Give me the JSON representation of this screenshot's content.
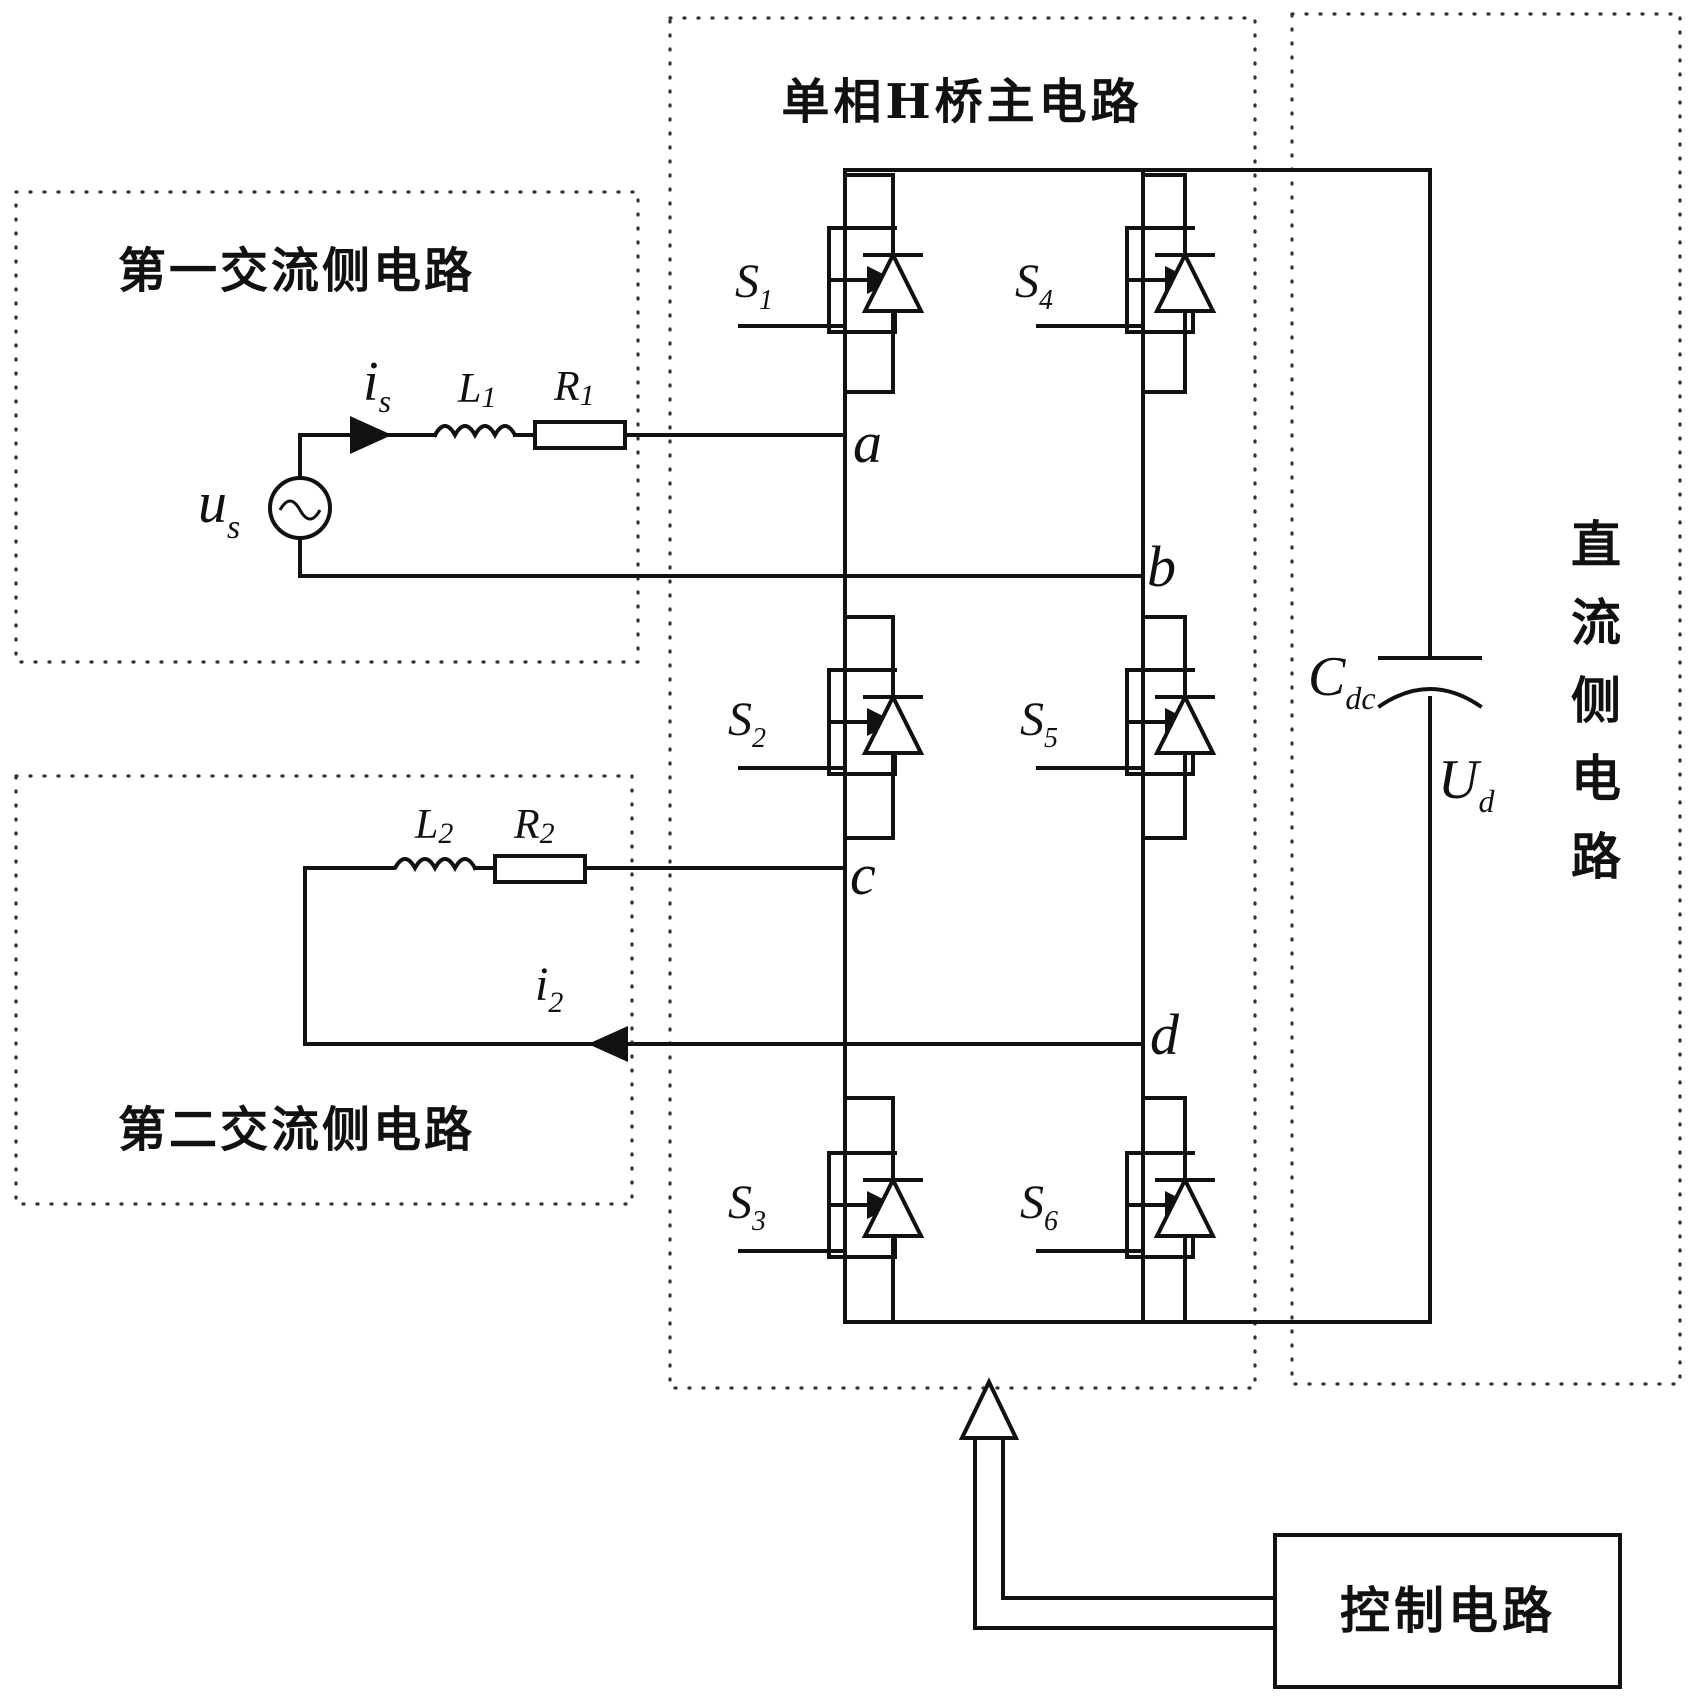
{
  "blocks": {
    "main_bridge": "单相H桥主电路",
    "ac_side_1": "第一交流侧电路",
    "ac_side_2": "第二交流侧电路",
    "dc_side": [
      "直",
      "流",
      "侧",
      "电",
      "路"
    ],
    "control": "控制电路"
  },
  "switches": [
    {
      "letter": "S",
      "sub": "1"
    },
    {
      "letter": "S",
      "sub": "2"
    },
    {
      "letter": "S",
      "sub": "3"
    },
    {
      "letter": "S",
      "sub": "4"
    },
    {
      "letter": "S",
      "sub": "5"
    },
    {
      "letter": "S",
      "sub": "6"
    }
  ],
  "nodes": {
    "a": "a",
    "b": "b",
    "c": "c",
    "d": "d"
  },
  "components": {
    "L1": {
      "letter": "L",
      "sub": "1"
    },
    "R1": {
      "letter": "R",
      "sub": "1"
    },
    "L2": {
      "letter": "L",
      "sub": "2"
    },
    "R2": {
      "letter": "R",
      "sub": "2"
    },
    "is": {
      "letter": "i",
      "sub": "s"
    },
    "us": {
      "letter": "u",
      "sub": "s"
    },
    "i2": {
      "letter": "i",
      "sub": "2"
    },
    "Cdc": {
      "letter": "C",
      "sub": "dc"
    },
    "Ud": {
      "letter": "U",
      "sub": "d"
    }
  }
}
